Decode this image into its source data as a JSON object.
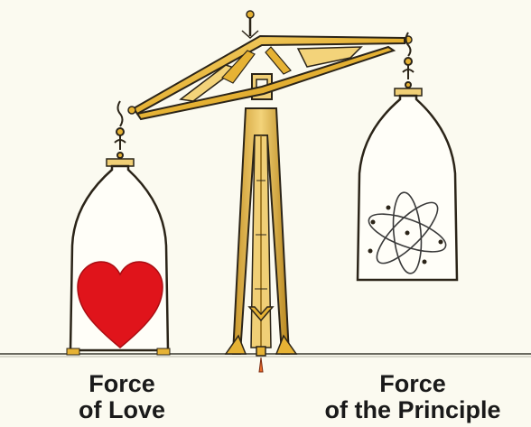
{
  "captions": {
    "left": {
      "line1": "Force",
      "line2": "of Love"
    },
    "right": {
      "line1": "Force",
      "line2": "of the Principle"
    }
  },
  "icons": {
    "left_vessel_content": "heart-icon",
    "right_vessel_content": "atom-icon"
  },
  "colors": {
    "background": "#fbfaf0",
    "brass": "#e8b83a",
    "brass_dark": "#8a6410",
    "outline": "#2b2418",
    "heart": "#e0141b",
    "ground": "#6a6a60"
  }
}
